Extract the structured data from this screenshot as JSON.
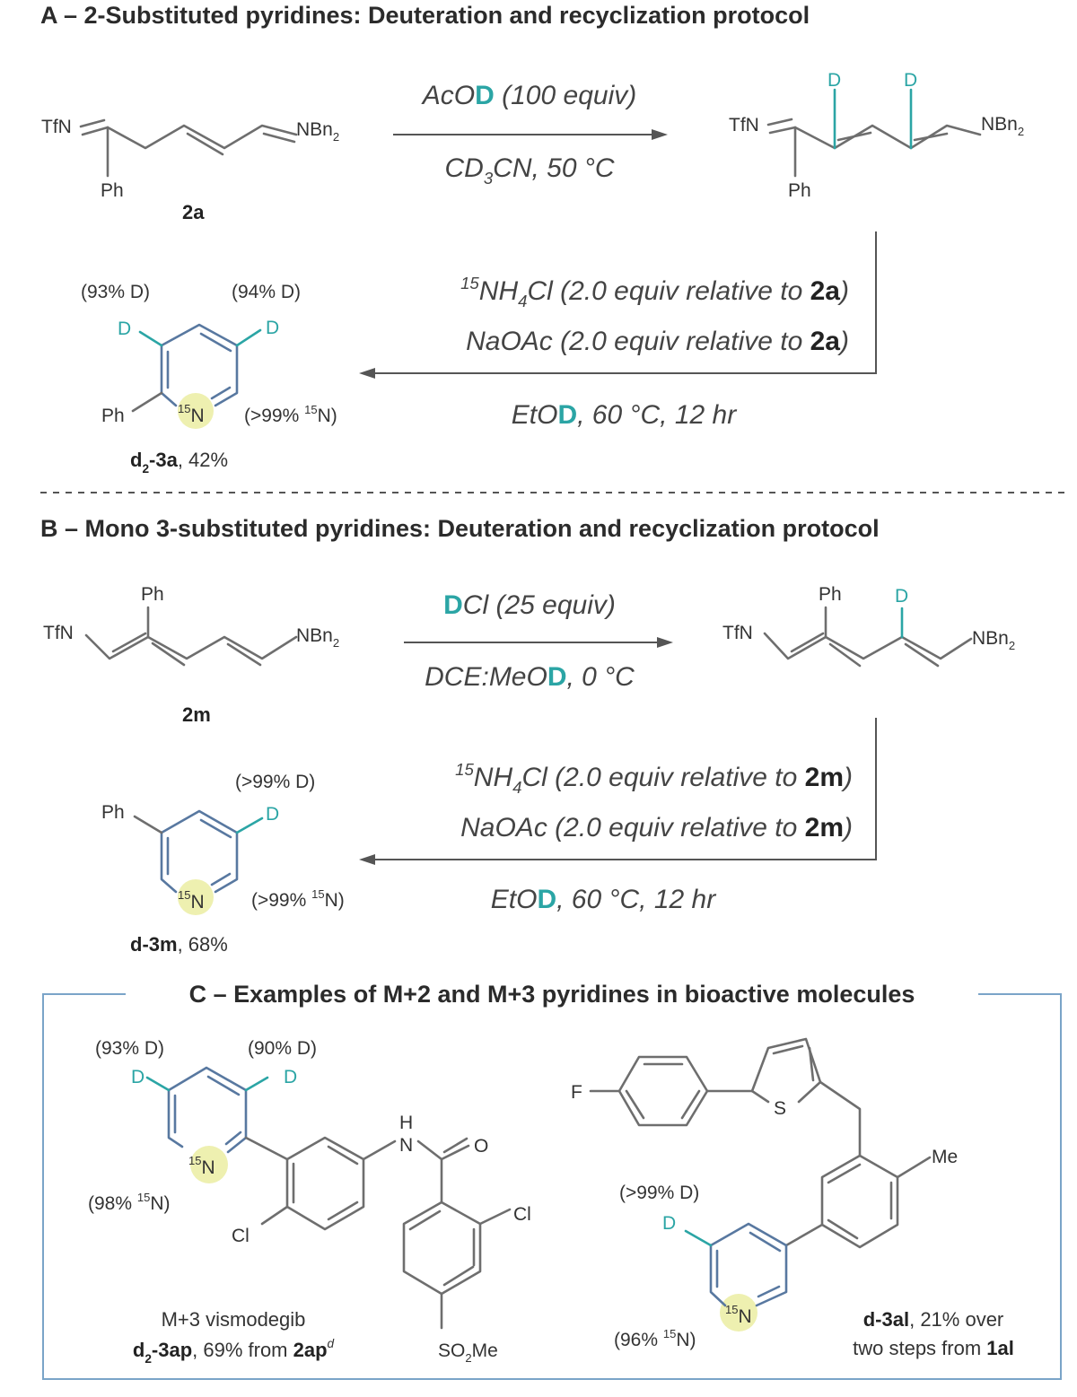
{
  "sections": {
    "a": {
      "title": "A – 2-Substituted pyridines: Deuteration and recyclization protocol"
    },
    "b": {
      "title": "B – Mono 3-substituted pyridines: Deuteration and recyclization protocol"
    },
    "c": {
      "title": "C – Examples of M+2 and M+3 pyridines in bioactive molecules"
    }
  },
  "labels": {
    "TfN": "TfN",
    "NBn": "NBn",
    "two": "2",
    "Ph": "Ph",
    "D": "D",
    "N": "N",
    "n15": "15",
    "H": "H",
    "O": "O",
    "S": "S",
    "F": "F",
    "Cl": "Cl",
    "Me": "Me",
    "SO": "SO",
    "Me2": "Me"
  },
  "scheme_a": {
    "reagent_1": {
      "prefix": "AcO",
      "d": "D",
      "suffix": " (100 equiv)"
    },
    "solvent_1": {
      "a": "CD",
      "sub": "3",
      "b": "CN, 50 °C"
    },
    "compound": "2a",
    "recyc_1": {
      "sup": "15",
      "a": "NH",
      "sub": "4",
      "b": "Cl (2.0 equiv relative to ",
      "ref": "2a",
      "c": ")"
    },
    "recyc_2": {
      "a": "NaOAc (2.0 equiv relative to ",
      "ref": "2a",
      "c": ")"
    },
    "recyc_3": {
      "a": "EtO",
      "d": "D",
      "b": ", 60 °C, 12 hr"
    },
    "pct_left": "(93% D)",
    "pct_right": "(94% D)",
    "n15_pct": {
      "a": "(>99% ",
      "sup": "15",
      "b": "N)"
    },
    "product": {
      "a": "d",
      "sub": "2",
      "b": "-3a",
      "yield": ", 42%"
    }
  },
  "scheme_b": {
    "reagent_1": {
      "d": "D",
      "suffix": "Cl (25 equiv)"
    },
    "solvent_1": {
      "a": "DCE:MeO",
      "d": "D",
      "b": ", 0 °C"
    },
    "compound": "2m",
    "recyc_1": {
      "sup": "15",
      "a": "NH",
      "sub": "4",
      "b": "Cl (2.0 equiv relative to ",
      "ref": "2m",
      "c": ")"
    },
    "recyc_2": {
      "a": "NaOAc (2.0 equiv relative to ",
      "ref": "2m",
      "c": ")"
    },
    "recyc_3": {
      "a": "EtO",
      "d": "D",
      "b": ", 60 °C, 12 hr"
    },
    "pct_d": "(>99% D)",
    "n15_pct": {
      "a": "(>99% ",
      "sup": "15",
      "b": "N)"
    },
    "product": {
      "a": "d",
      "b": "-3m",
      "yield": ", 68%"
    }
  },
  "scheme_c": {
    "vismo": {
      "pct_left": "(93% D)",
      "pct_right": "(90% D)",
      "n15_pct": {
        "a": "(98% ",
        "sup": "15",
        "b": "N)"
      },
      "name": "M+3 vismodegib",
      "cap": {
        "a": "d",
        "sub": "2",
        "b": "-3ap",
        "c": ", 69% from ",
        "ref": "2ap",
        "sup": "d"
      },
      "so2": {
        "a": "SO",
        "sub": "2",
        "b": "Me"
      }
    },
    "al": {
      "pct_d": "(>99% D)",
      "n15_pct": {
        "a": "(96% ",
        "sup": "15",
        "b": "N)"
      },
      "cap1": {
        "a": "d",
        "b": "-3al",
        "c": ", 21% over"
      },
      "cap2": {
        "a": "two steps from ",
        "ref": "1al"
      }
    }
  },
  "colors": {
    "deuterium": "#2ba5a5",
    "ring": "#5878a0",
    "n15_highlight": "#eef0b0",
    "bond": "#6e6e6e",
    "box": "#7aa4c8"
  }
}
